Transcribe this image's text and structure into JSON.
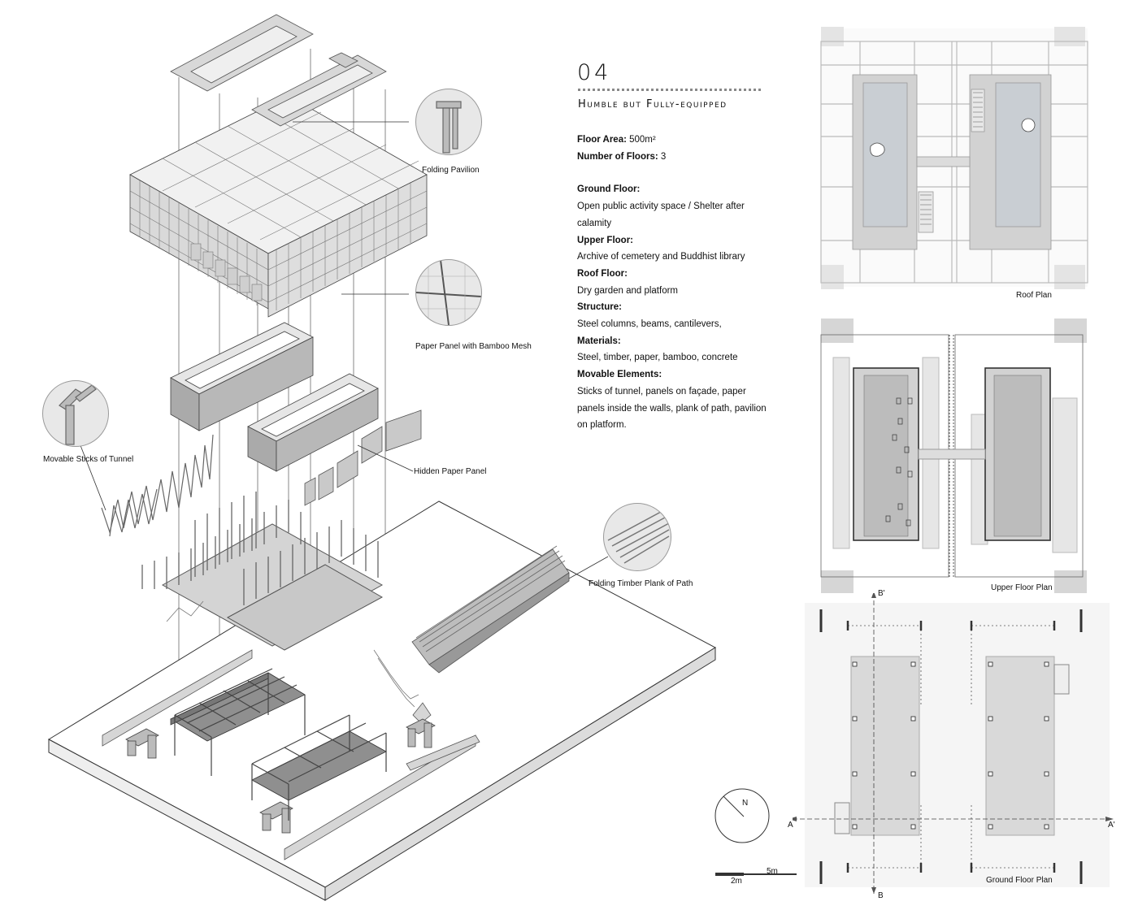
{
  "header": {
    "number": "04",
    "subtitle": "Humble but Fully-equipped"
  },
  "info": {
    "floor_area_label": "Floor Area:",
    "floor_area_value": "500m²",
    "floors_label": "Number of Floors:",
    "floors_value": "3",
    "ground_label": "Ground Floor:",
    "ground_value": "Open public activity space / Shelter after calamity",
    "upper_label": "Upper Floor:",
    "upper_value": "Archive of cemetery and Buddhist library",
    "roof_label": "Roof Floor:",
    "roof_value": "Dry garden and platform",
    "structure_label": "Structure:",
    "structure_value": "Steel columns, beams, cantilevers,",
    "materials_label": "Materials:",
    "materials_value": "Steel, timber, paper, bamboo, concrete",
    "movable_label": "Movable Elements:",
    "movable_value": "Sticks of tunnel, panels on façade, paper panels inside the walls, plank of path, pavilion on platform."
  },
  "callouts": {
    "folding_pavilion": "Folding Pavilion",
    "paper_panel": "Paper Panel with Bamboo Mesh",
    "movable_sticks": "Movable Sticks of Tunnel",
    "hidden_paper": "Hidden Paper Panel",
    "folding_timber": "Folding Timber Plank of Path"
  },
  "plans": {
    "roof": "Roof Plan",
    "upper": "Upper Floor Plan",
    "ground": "Ground Floor Plan",
    "section_a": "A",
    "section_a_prime": "A'",
    "section_b": "B",
    "section_b_prime": "B'"
  },
  "scale": {
    "north": "N",
    "small": "2m",
    "large": "5m"
  }
}
